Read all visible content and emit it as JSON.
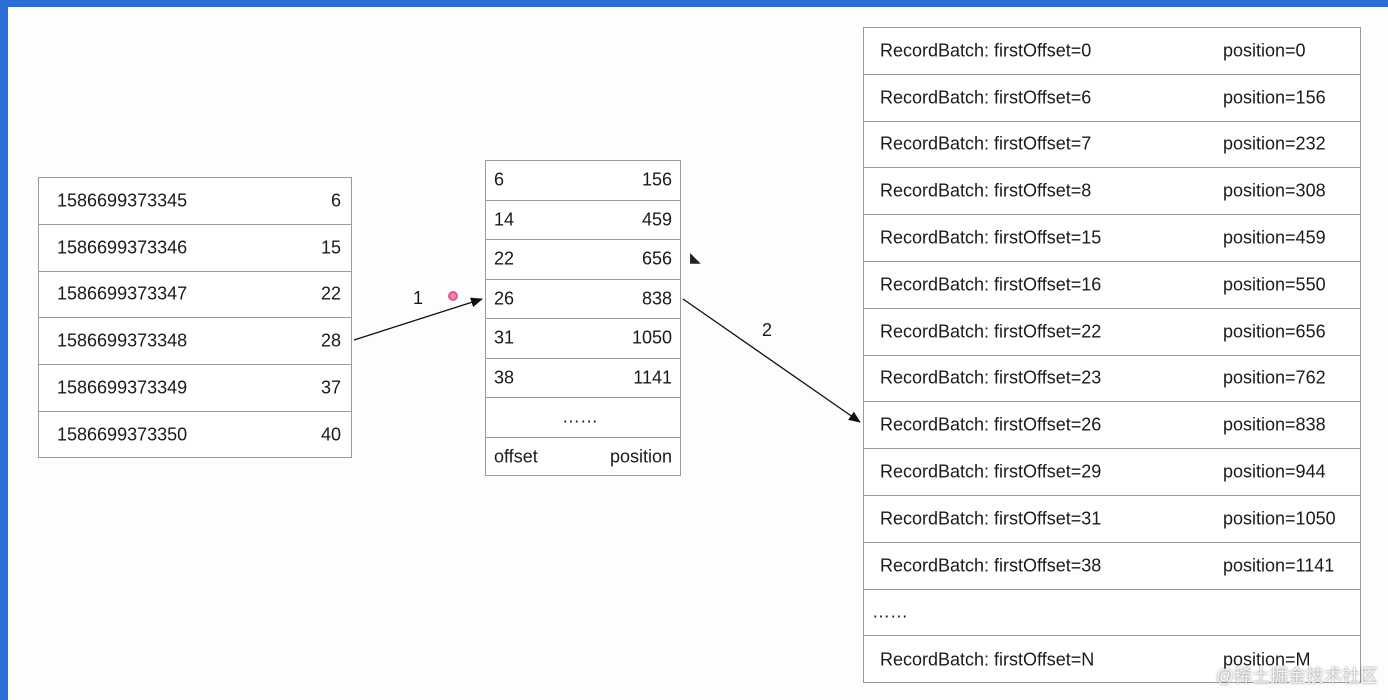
{
  "time_index": {
    "rows": [
      {
        "timestamp": "1586699373345",
        "offset": "6"
      },
      {
        "timestamp": "1586699373346",
        "offset": "15"
      },
      {
        "timestamp": "1586699373347",
        "offset": "22"
      },
      {
        "timestamp": "1586699373348",
        "offset": "28"
      },
      {
        "timestamp": "1586699373349",
        "offset": "37"
      },
      {
        "timestamp": "1586699373350",
        "offset": "40"
      }
    ]
  },
  "offset_index": {
    "rows": [
      {
        "offset": "6",
        "position": "156"
      },
      {
        "offset": "14",
        "position": "459"
      },
      {
        "offset": "22",
        "position": "656"
      },
      {
        "offset": "26",
        "position": "838"
      },
      {
        "offset": "31",
        "position": "1050"
      },
      {
        "offset": "38",
        "position": "1141"
      }
    ],
    "ellipsis": "……",
    "header": {
      "offset": "offset",
      "position": "position"
    }
  },
  "log_segment": {
    "rows": [
      {
        "batch": "RecordBatch: firstOffset=0",
        "position": "position=0"
      },
      {
        "batch": "RecordBatch: firstOffset=6",
        "position": "position=156"
      },
      {
        "batch": "RecordBatch: firstOffset=7",
        "position": "position=232"
      },
      {
        "batch": "RecordBatch: firstOffset=8",
        "position": "position=308"
      },
      {
        "batch": "RecordBatch: firstOffset=15",
        "position": "position=459"
      },
      {
        "batch": "RecordBatch: firstOffset=16",
        "position": "position=550"
      },
      {
        "batch": "RecordBatch: firstOffset=22",
        "position": "position=656"
      },
      {
        "batch": "RecordBatch: firstOffset=23",
        "position": "position=762"
      },
      {
        "batch": "RecordBatch: firstOffset=26",
        "position": "position=838"
      },
      {
        "batch": "RecordBatch: firstOffset=29",
        "position": "position=944"
      },
      {
        "batch": "RecordBatch: firstOffset=31",
        "position": "position=1050"
      },
      {
        "batch": "RecordBatch: firstOffset=38",
        "position": "position=1141"
      }
    ],
    "ellipsis": "……",
    "last": {
      "batch": "RecordBatch: firstOffset=N",
      "position": "position=M"
    }
  },
  "arrows": {
    "step1": "1",
    "step2": "2"
  },
  "watermark": "@稀土掘金技术社区"
}
